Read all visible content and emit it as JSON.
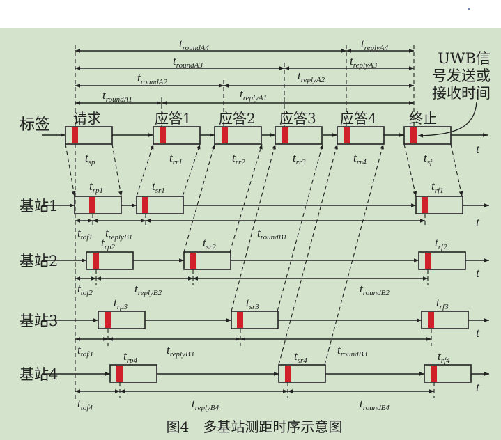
{
  "figure": {
    "caption": "图4　多基站测距时序示意图",
    "tag_label": "标签",
    "tag_messages": [
      "请求",
      "应答1",
      "应答2",
      "应答3",
      "应答4",
      "终止"
    ],
    "annotation": [
      "UWB信",
      "号发送或",
      "接收时间"
    ],
    "time_axis_label": "t",
    "tag_durations": [
      {
        "t": "t",
        "sub": "sp"
      },
      {
        "t": "t",
        "sub": "rr1"
      },
      {
        "t": "t",
        "sub": "rr2"
      },
      {
        "t": "t",
        "sub": "rr3"
      },
      {
        "t": "t",
        "sub": "rr4"
      },
      {
        "t": "t",
        "sub": "sf"
      }
    ],
    "tag_intervals": [
      {
        "t": "t",
        "sub": "roundA4"
      },
      {
        "t": "t",
        "sub": "replyA4"
      },
      {
        "t": "t",
        "sub": "roundA3"
      },
      {
        "t": "t",
        "sub": "replyA3"
      },
      {
        "t": "t",
        "sub": "roundA2"
      },
      {
        "t": "t",
        "sub": "replyA2"
      },
      {
        "t": "t",
        "sub": "roundA1"
      },
      {
        "t": "t",
        "sub": "replyA1"
      }
    ],
    "stations": [
      {
        "name": "基站1",
        "labels": [
          {
            "t": "t",
            "sub": "rp1"
          },
          {
            "t": "t",
            "sub": "sr1"
          },
          {
            "t": "t",
            "sub": "rf1"
          },
          {
            "t": "t",
            "sub": "tof1"
          },
          {
            "t": "t",
            "sub": "replyB1"
          },
          {
            "t": "t",
            "sub": "roundB1"
          }
        ]
      },
      {
        "name": "基站2",
        "labels": [
          {
            "t": "t",
            "sub": "rp2"
          },
          {
            "t": "t",
            "sub": "sr2"
          },
          {
            "t": "t",
            "sub": "rf2"
          },
          {
            "t": "t",
            "sub": "tof2"
          },
          {
            "t": "t",
            "sub": "replyB2"
          },
          {
            "t": "t",
            "sub": "roundB2"
          }
        ]
      },
      {
        "name": "基站3",
        "labels": [
          {
            "t": "t",
            "sub": "rp3"
          },
          {
            "t": "t",
            "sub": "sr3"
          },
          {
            "t": "t",
            "sub": "rf3"
          },
          {
            "t": "t",
            "sub": "tof3"
          },
          {
            "t": "t",
            "sub": "replyB3"
          },
          {
            "t": "t",
            "sub": "roundB3"
          }
        ]
      },
      {
        "name": "基站4",
        "labels": [
          {
            "t": "t",
            "sub": "rp4"
          },
          {
            "t": "t",
            "sub": "sr4"
          },
          {
            "t": "t",
            "sub": "rf4"
          },
          {
            "t": "t",
            "sub": "tof4"
          },
          {
            "t": "t",
            "sub": "replyB4"
          },
          {
            "t": "t",
            "sub": "roundB4"
          }
        ]
      }
    ]
  },
  "colors": {
    "background": "#d3e3cc",
    "signal": "#d0202a",
    "line": "#222222"
  }
}
